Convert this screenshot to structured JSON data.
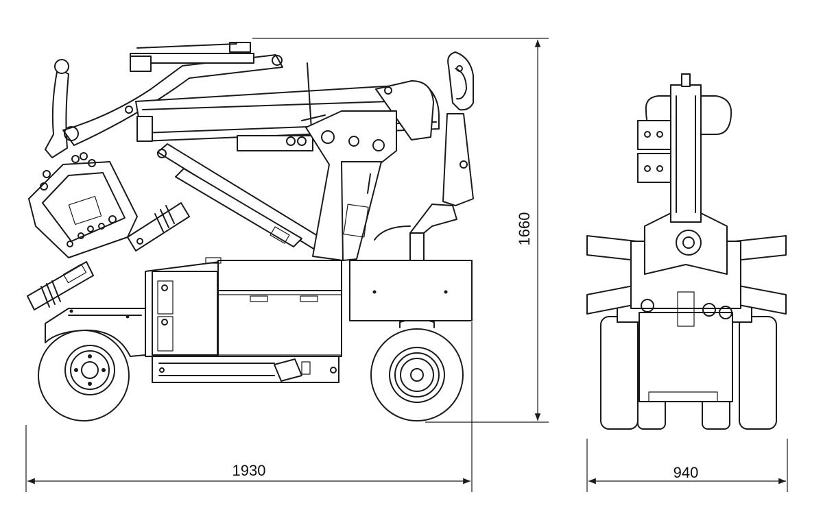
{
  "dimensions": {
    "side_length": "1930",
    "side_height": "1660",
    "front_width": "940"
  }
}
